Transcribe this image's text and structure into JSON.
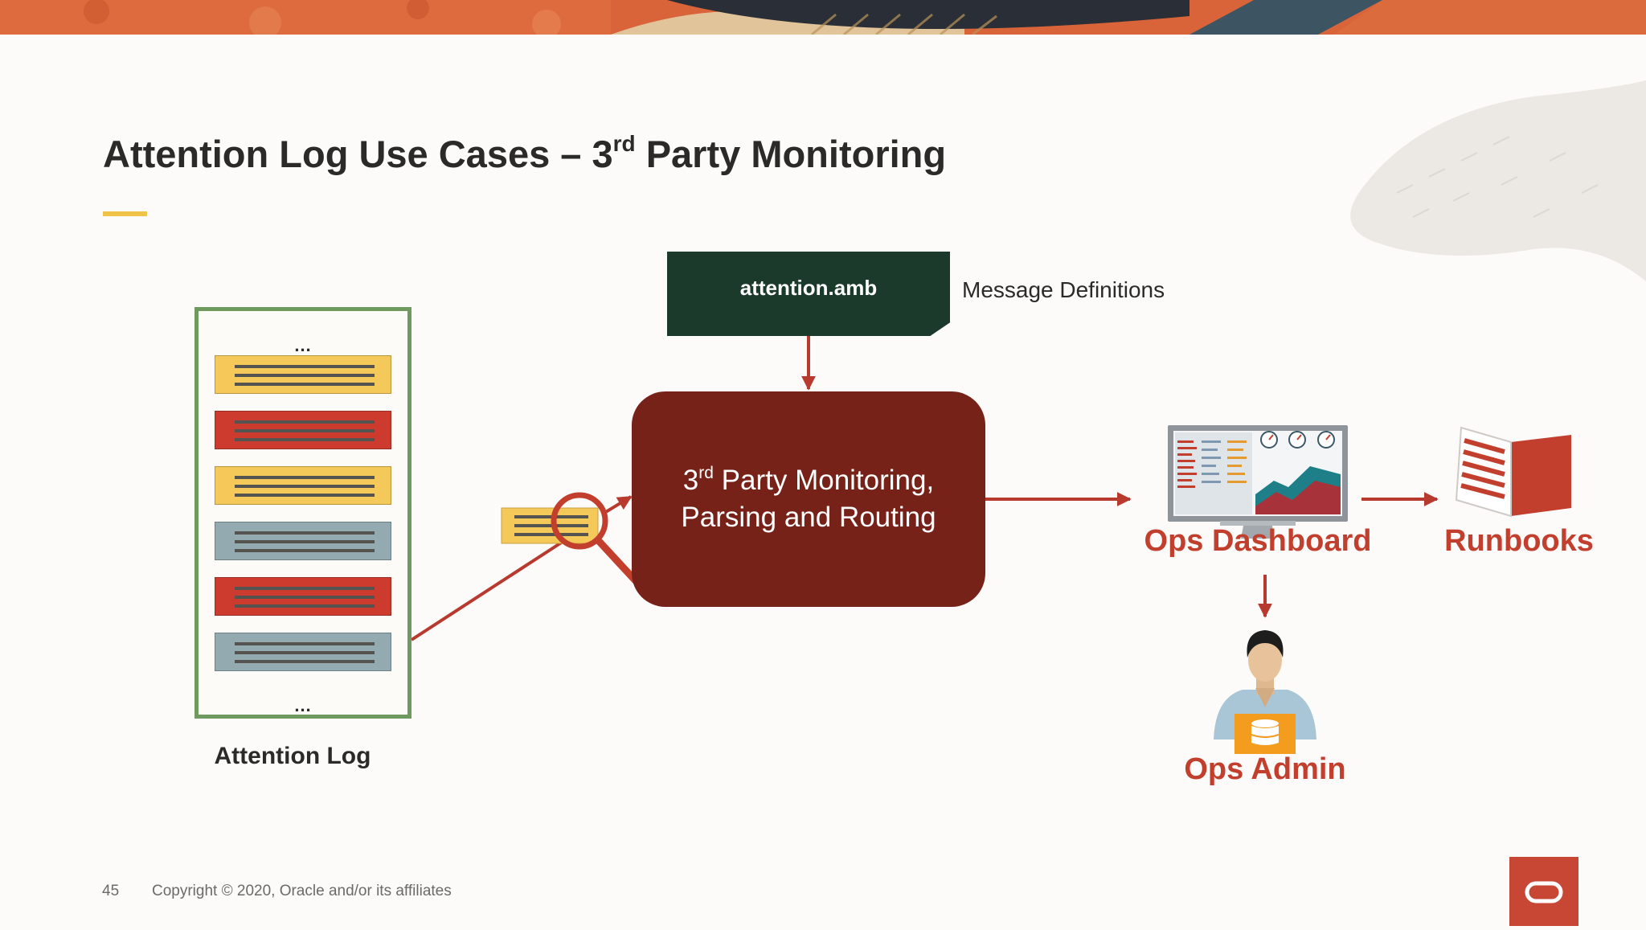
{
  "slide": {
    "title_main": "Attention Log Use Cases – 3",
    "title_sup": "rd",
    "title_rest": " Party Monitoring"
  },
  "diagram": {
    "amb_box": "attention.amb",
    "message_definitions": "Message Definitions",
    "main_box": {
      "line1_prefix": "3",
      "line1_sup": "rd",
      "line1_rest": " Party Monitoring,",
      "line2": "Parsing and Routing"
    },
    "attention_log": {
      "ellipsis": "...",
      "entries": [
        "yellow",
        "red",
        "yellow",
        "gray",
        "red",
        "gray"
      ],
      "label": "Attention Log"
    },
    "ops_dashboard_label": "Ops Dashboard",
    "runbooks_label": "Runbooks",
    "ops_admin_label": "Ops Admin"
  },
  "colors": {
    "arrow": "#b83a2e",
    "main_box": "#762219",
    "amb_box": "#1c3a2c",
    "label_red": "#c23f2e",
    "log_border": "#6f9a5f",
    "entry_yellow": "#f5c85a",
    "entry_red": "#cd3b2f",
    "entry_gray": "#93aab0",
    "accent_underline": "#f0c349",
    "oracle_red": "#c74634"
  },
  "footer": {
    "page_number": "45",
    "copyright": "Copyright © 2020, Oracle and/or its affiliates"
  }
}
